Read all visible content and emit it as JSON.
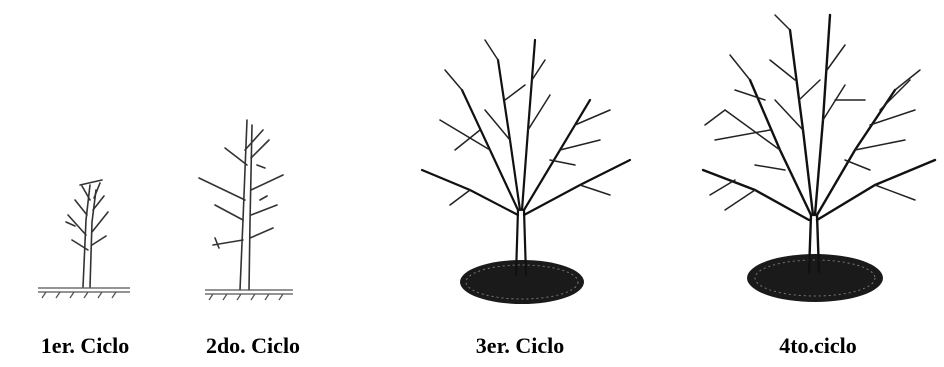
{
  "stages": [
    {
      "label": "1er. Ciclo"
    },
    {
      "label": "2do. Ciclo"
    },
    {
      "label": "3er. Ciclo"
    },
    {
      "label": "4to.ciclo"
    }
  ]
}
